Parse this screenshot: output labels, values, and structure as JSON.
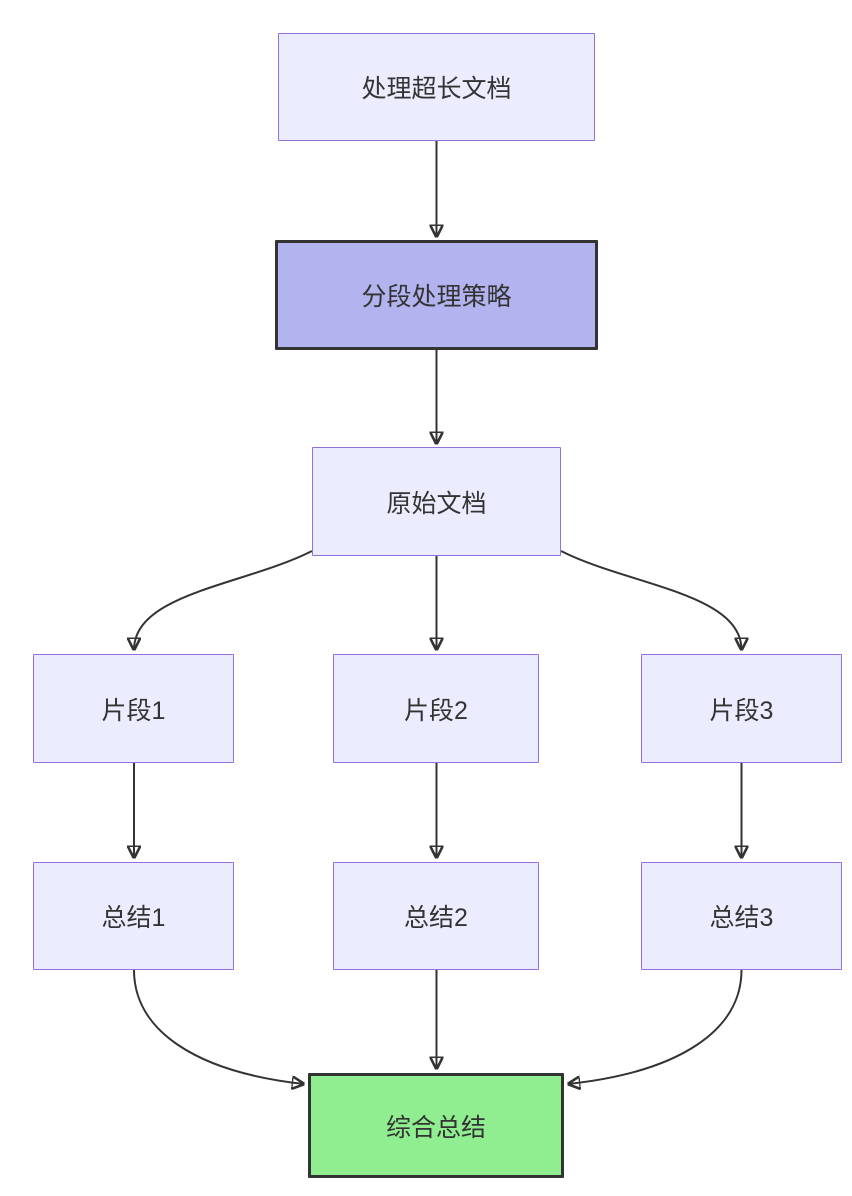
{
  "diagram": {
    "type": "flowchart",
    "direction": "top-down",
    "nodes": [
      {
        "id": "A",
        "label": "处理超长文档",
        "kind": "default"
      },
      {
        "id": "B",
        "label": "分段处理策略",
        "kind": "strategy"
      },
      {
        "id": "C",
        "label": "原始文档",
        "kind": "default"
      },
      {
        "id": "D1",
        "label": "片段1",
        "kind": "default"
      },
      {
        "id": "D2",
        "label": "片段2",
        "kind": "default"
      },
      {
        "id": "D3",
        "label": "片段3",
        "kind": "default"
      },
      {
        "id": "E1",
        "label": "总结1",
        "kind": "default"
      },
      {
        "id": "E2",
        "label": "总结2",
        "kind": "default"
      },
      {
        "id": "E3",
        "label": "总结3",
        "kind": "default"
      }
    ],
    "final_node": {
      "id": "F",
      "label": "综合总结",
      "kind": "final"
    },
    "edges": [
      {
        "from": "A",
        "to": "B"
      },
      {
        "from": "B",
        "to": "C"
      },
      {
        "from": "C",
        "to": "D1"
      },
      {
        "from": "C",
        "to": "D2"
      },
      {
        "from": "C",
        "to": "D3"
      },
      {
        "from": "D1",
        "to": "E1"
      },
      {
        "from": "D2",
        "to": "E2"
      },
      {
        "from": "D3",
        "to": "E3"
      },
      {
        "from": "E1",
        "to": "F"
      },
      {
        "from": "E2",
        "to": "F"
      },
      {
        "from": "E3",
        "to": "F"
      }
    ],
    "colors": {
      "node_fill": "#ECECFF",
      "node_border": "#9370DB",
      "strategy_fill": "#b3b3f0",
      "strategy_border": "#333333",
      "final_fill": "#90EE90",
      "final_border": "#333333",
      "edge": "#333333",
      "text": "#333333",
      "background": "#ffffff"
    }
  }
}
